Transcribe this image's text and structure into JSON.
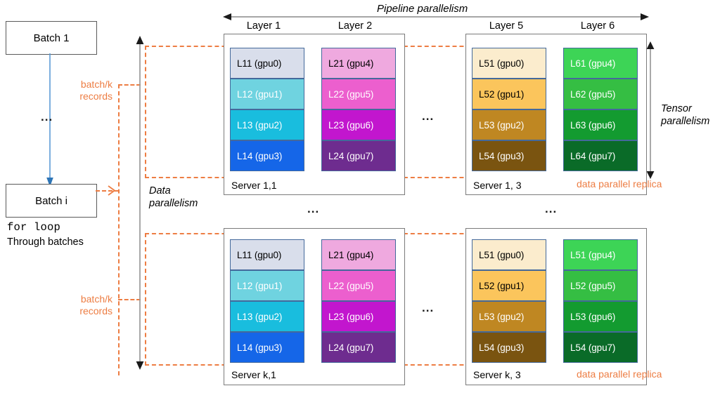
{
  "title": "Pipeline / Tensor / Data parallelism diagram",
  "annotations": {
    "pipeline_parallelism": "Pipeline parallelism",
    "tensor_parallelism_line1": "Tensor",
    "tensor_parallelism_line2": "parallelism",
    "data_parallelism_line1": "Data",
    "data_parallelism_line2": "parallelism",
    "batch_k_records_line1": "batch/k",
    "batch_k_records_line2": "records",
    "data_parallel_replica": "data parallel replica",
    "ellipsis": "..."
  },
  "batches": {
    "first": "Batch 1",
    "last": "Batch i",
    "loop_mono": "for loop",
    "loop_sans": "Through batches"
  },
  "layer_headers": [
    {
      "label": "Layer 1"
    },
    {
      "label": "Layer 2"
    },
    {
      "label": "Layer 5"
    },
    {
      "label": "Layer 6"
    }
  ],
  "servers": [
    {
      "name": "Server 1,1",
      "columns": [
        {
          "cells": [
            {
              "label": "L11 (gpu0)",
              "bg": "#D9DEEB",
              "fg": "#000000"
            },
            {
              "label": "L12 (gpu1)",
              "bg": "#6FD3E0",
              "fg": "#ffffff"
            },
            {
              "label": "L13 (gpu2)",
              "bg": "#19BDDE",
              "fg": "#ffffff"
            },
            {
              "label": "L14 (gpu3)",
              "bg": "#1566E8",
              "fg": "#ffffff"
            }
          ]
        },
        {
          "cells": [
            {
              "label": "L21 (gpu4)",
              "bg": "#EFA9DF",
              "fg": "#000000"
            },
            {
              "label": "L22 (gpu5)",
              "bg": "#EC5FCE",
              "fg": "#ffffff"
            },
            {
              "label": "L23 (gpu6)",
              "bg": "#C216CE",
              "fg": "#ffffff"
            },
            {
              "label": "L24 (gpu7)",
              "bg": "#6E2C8F",
              "fg": "#ffffff"
            }
          ]
        }
      ]
    },
    {
      "name": "Server 1, 3",
      "columns": [
        {
          "cells": [
            {
              "label": "L51 (gpu0)",
              "bg": "#FBECCD",
              "fg": "#000000"
            },
            {
              "label": "L52 (gpu1)",
              "bg": "#FBC55C",
              "fg": "#000000"
            },
            {
              "label": "L53 (gpu2)",
              "bg": "#BF8722",
              "fg": "#ffffff"
            },
            {
              "label": "L54 (gpu3)",
              "bg": "#7A5410",
              "fg": "#ffffff"
            }
          ]
        },
        {
          "cells": [
            {
              "label": "L61 (gpu4)",
              "bg": "#3DD456",
              "fg": "#ffffff"
            },
            {
              "label": "L62 (gpu5)",
              "bg": "#35BE43",
              "fg": "#ffffff"
            },
            {
              "label": "L63 (gpu6)",
              "bg": "#139B30",
              "fg": "#ffffff"
            },
            {
              "label": "L64 (gpu7)",
              "bg": "#0A6B28",
              "fg": "#ffffff"
            }
          ]
        }
      ]
    },
    {
      "name": "Server k,1",
      "columns": [
        {
          "cells": [
            {
              "label": "L11 (gpu0)",
              "bg": "#D9DEEB",
              "fg": "#000000"
            },
            {
              "label": "L12 (gpu1)",
              "bg": "#6FD3E0",
              "fg": "#ffffff"
            },
            {
              "label": "L13 (gpu2)",
              "bg": "#19BDDE",
              "fg": "#ffffff"
            },
            {
              "label": "L14 (gpu3)",
              "bg": "#1566E8",
              "fg": "#ffffff"
            }
          ]
        },
        {
          "cells": [
            {
              "label": "L21 (gpu4)",
              "bg": "#EFA9DF",
              "fg": "#000000"
            },
            {
              "label": "L22 (gpu5)",
              "bg": "#EC5FCE",
              "fg": "#ffffff"
            },
            {
              "label": "L23 (gpu6)",
              "bg": "#C216CE",
              "fg": "#ffffff"
            },
            {
              "label": "L24 (gpu7)",
              "bg": "#6E2C8F",
              "fg": "#ffffff"
            }
          ]
        }
      ]
    },
    {
      "name": "Server k, 3",
      "columns": [
        {
          "cells": [
            {
              "label": "L51 (gpu0)",
              "bg": "#FBECCD",
              "fg": "#000000"
            },
            {
              "label": "L52 (gpu1)",
              "bg": "#FBC55C",
              "fg": "#000000"
            },
            {
              "label": "L53 (gpu2)",
              "bg": "#BF8722",
              "fg": "#ffffff"
            },
            {
              "label": "L54 (gpu3)",
              "bg": "#7A5410",
              "fg": "#ffffff"
            }
          ]
        },
        {
          "cells": [
            {
              "label": "L51 (gpu4)",
              "bg": "#3DD456",
              "fg": "#ffffff"
            },
            {
              "label": "L52 (gpu5)",
              "bg": "#35BE43",
              "fg": "#ffffff"
            },
            {
              "label": "L53 (gpu6)",
              "bg": "#139B30",
              "fg": "#ffffff"
            },
            {
              "label": "L54 (gpu7)",
              "bg": "#0A6B28",
              "fg": "#ffffff"
            }
          ]
        }
      ]
    }
  ],
  "colors": {
    "orange": "#ED7D43",
    "arrow_gray": "#9A9A9A",
    "arrow_blue": "#5B9BD5",
    "box_border": "#5a5a5a"
  }
}
